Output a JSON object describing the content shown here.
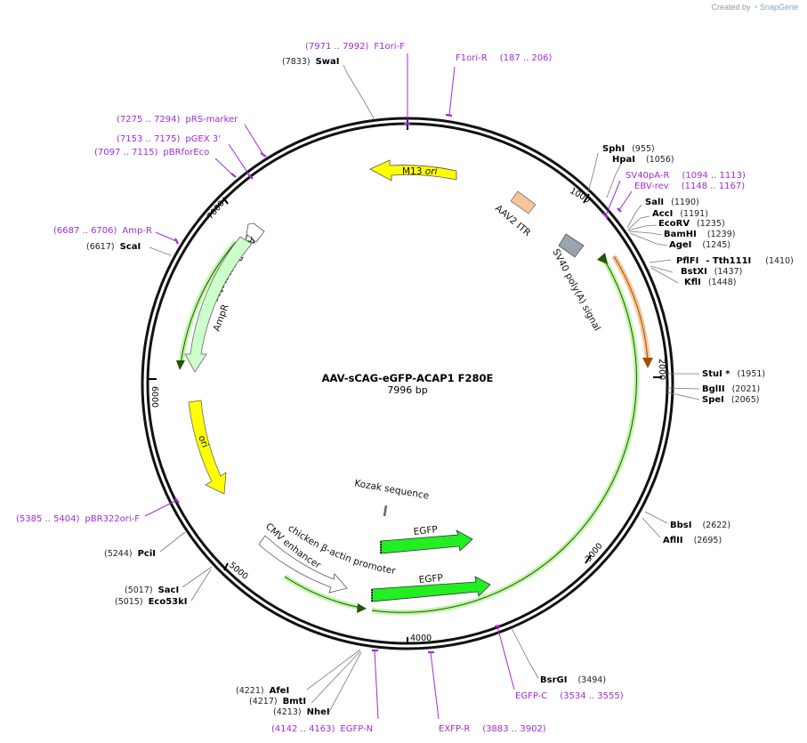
{
  "credit": {
    "prefix": "Created by",
    "brand": "SnapGene"
  },
  "plasmid": {
    "name": "AAV-sCAG-eGFP-ACAP1 F280E",
    "length": "7996 bp"
  },
  "ticks": [
    "1000",
    "2000",
    "3000",
    "4000",
    "5000",
    "6000",
    "7000"
  ],
  "enzymes": [
    {
      "name": "SwaI",
      "pos": "(7833)"
    },
    {
      "name": "SphI",
      "pos": "(955)"
    },
    {
      "name": "HpaI",
      "pos": "(1056)"
    },
    {
      "name": "SalI",
      "pos": "(1190)"
    },
    {
      "name": "AccI",
      "pos": "(1191)"
    },
    {
      "name": "EcoRV",
      "pos": "(1235)"
    },
    {
      "name": "BamHI",
      "pos": "(1239)"
    },
    {
      "name": "AgeI",
      "pos": "(1245)"
    },
    {
      "name": "PflFI",
      "pos": ""
    },
    {
      "name": "- Tth111I",
      "pos": "(1410)"
    },
    {
      "name": "BstXI",
      "pos": "(1437)"
    },
    {
      "name": "KflI",
      "pos": "(1448)"
    },
    {
      "name": "StuI *",
      "pos": "(1951)"
    },
    {
      "name": "BglII",
      "pos": "(2021)"
    },
    {
      "name": "SpeI",
      "pos": "(2065)"
    },
    {
      "name": "BbsI",
      "pos": "(2622)"
    },
    {
      "name": "AflII",
      "pos": "(2695)"
    },
    {
      "name": "BsrGI",
      "pos": "(3494)"
    },
    {
      "name": "AfeI",
      "pos": "(4221)"
    },
    {
      "name": "BmtI",
      "pos": "(4217)"
    },
    {
      "name": "NheI",
      "pos": "(4213)"
    },
    {
      "name": "SacI",
      "pos": "(5017)"
    },
    {
      "name": "Eco53kI",
      "pos": "(5015)"
    },
    {
      "name": "PciI",
      "pos": "(5244)"
    },
    {
      "name": "ScaI",
      "pos": "(6617)"
    }
  ],
  "primers": [
    {
      "name": "F1ori-F",
      "range": "(7971 .. 7992)"
    },
    {
      "name": "F1ori-R",
      "range": "(187 .. 206)"
    },
    {
      "name": "pRS-marker",
      "range": "(7275 .. 7294)"
    },
    {
      "name": "pGEX 3'",
      "range": "(7153 .. 7175)"
    },
    {
      "name": "pBRforEco",
      "range": "(7097 .. 7115)"
    },
    {
      "name": "Amp-R",
      "range": "(6687 .. 6706)"
    },
    {
      "name": "SV40pA-R",
      "range": "(1094 .. 1113)"
    },
    {
      "name": "EBV-rev",
      "range": "(1148 .. 1167)"
    },
    {
      "name": "pBR322ori-F",
      "range": "(5385 .. 5404)"
    },
    {
      "name": "EGFP-C",
      "range": "(3534 .. 3555)"
    },
    {
      "name": "EXFP-R",
      "range": "(3883 .. 3902)"
    },
    {
      "name": "EGFP-N",
      "range": "(4142 .. 4163)"
    }
  ],
  "features": {
    "m13": "M13 ",
    "m13_italic": "ori",
    "aav2_itr": "AAV2 ITR",
    "sv40": "SV40 poly(A) signal",
    "ampr_promoter": "AmpR promoter",
    "ampr": "AmpR",
    "ori": "ori",
    "kozak": "Kozak sequence",
    "egfp1": "EGFP",
    "egfp2": "EGFP",
    "cba_a": "chicken ",
    "cba_beta": "β",
    "cba_b": "-actin promoter",
    "cmv": "CMV enhancer"
  },
  "colors": {
    "primer": "#a12bd6",
    "egfp": "#22ee22",
    "yellow": "#ffff00",
    "orange_itr": "#f7c597",
    "grey_sv40": "#9ba3ad",
    "ampr_fill": "#ccffcc",
    "backbone": "#111111"
  }
}
